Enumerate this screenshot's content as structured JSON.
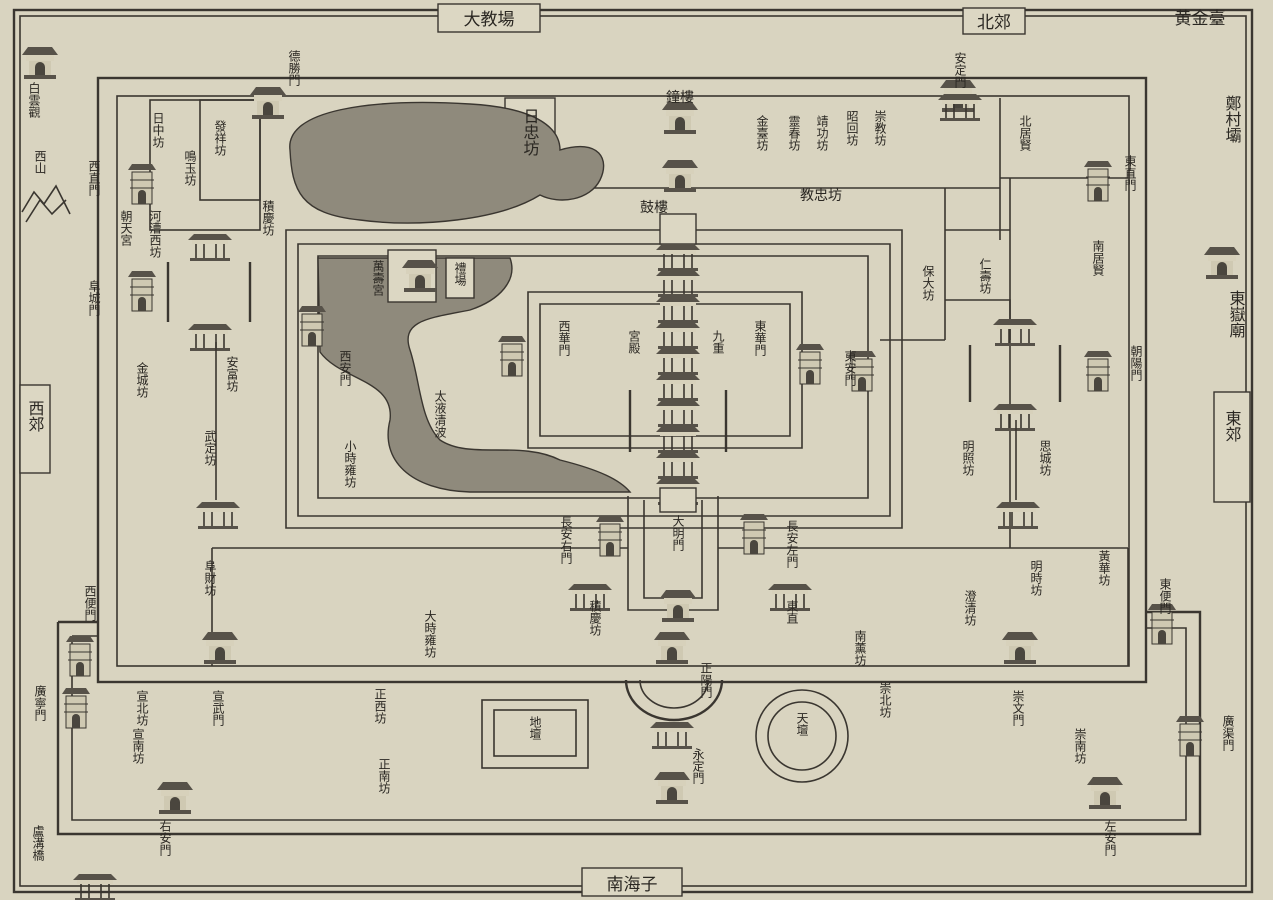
{
  "labels": {
    "top_center": "大教場",
    "top_right": "黄金臺",
    "north_suburb": "北郊",
    "west_suburb": "西郊",
    "east_suburb": "東郊",
    "south_center": "南海子",
    "far_right": "鄭村壩",
    "far_left_top": "西山",
    "top_left_gate": "德勝門",
    "top_right_gate": "安定門",
    "dongzhi_gate": "東直門",
    "xizhi_gate": "西直門",
    "fucheng_gate": "阜城門",
    "chaoyang_gate": "朝陽門",
    "dongyue": "東嶽廟",
    "bell_tower": "鐘樓",
    "drum_tower": "鼓樓",
    "rizhong": "日忠坊",
    "jiaozhong": "教忠坊",
    "chongjiao": "崇教坊",
    "zhaohui": "昭回坊",
    "jinggong": "靖功坊",
    "lingchun": "靈春坊",
    "jintai": "金臺坊",
    "beijuxian": "北居賢",
    "nanjuxian": "南居賢",
    "baoda": "保大坊",
    "renshou": "仁壽坊",
    "mingzhao": "明照坊",
    "siping": "思城坊",
    "huanghua": "黃華坊",
    "mingshi": "明時坊",
    "chengqing": "澄清坊",
    "fajing": "發祥坊",
    "mingyu": "鳴玉坊",
    "jiqing": "積慶坊",
    "rizhong_fang": "日中坊",
    "hechao": "河漕西坊",
    "chaotian": "朝天宮",
    "jincheng": "金城坊",
    "anfu": "安富坊",
    "xiaoshiyong": "小時雍坊",
    "wuding": "武定坊",
    "fucai": "阜財坊",
    "dashiyong": "大時雍坊",
    "xianghe": "西安門",
    "taiye": "太液清波",
    "wanshou": "萬壽宮",
    "kaohuang": "禮場",
    "xihua": "西華門",
    "donghua": "東華門",
    "gongdian": "宮殿",
    "jiuchong": "九重",
    "dongan": "東安門",
    "daming": "大明門",
    "changan_w": "長安右門",
    "changan_e": "長安左門",
    "east_right": "東直",
    "xuanwu": "宣武門",
    "chongwen": "崇文門",
    "zhengyang": "正陽門",
    "yongding": "永定門",
    "ditan": "地壇",
    "tiantan": "天壇",
    "xuanbei": "宣北坊",
    "xuannan": "宣南坊",
    "zhengxi": "正西坊",
    "zhengnan": "正南坊",
    "chongbei": "崇北坊",
    "chongnan": "崇南坊",
    "youan": "右安門",
    "zuoan": "左安門",
    "guangqu": "廣渠門",
    "guangning": "廣寧門",
    "xibian": "西便門",
    "dongbian": "東便門",
    "lugou": "盧溝橋",
    "bailianxi": "白雲觀",
    "nanxun": "南薰坊",
    "jijing": "積慶坊"
  }
}
